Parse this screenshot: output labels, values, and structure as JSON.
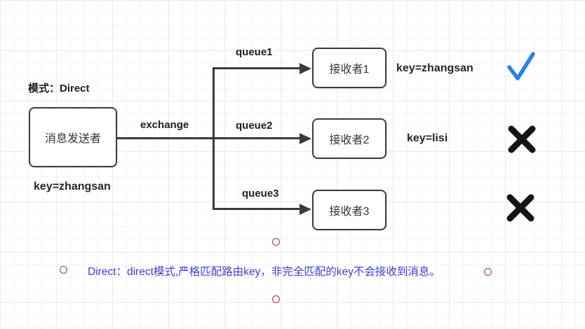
{
  "mode_title": "模式：Direct",
  "sender": {
    "label": "消息发送者",
    "key": "key=zhangsan"
  },
  "exchange": {
    "label": "exchange"
  },
  "queues": [
    {
      "label": "queue1",
      "receiver": "接收者1",
      "key": "key=zhangsan",
      "result": "match"
    },
    {
      "label": "queue2",
      "receiver": "接收者2",
      "key": "key=lisi",
      "result": "no-match"
    },
    {
      "label": "queue3",
      "receiver": "接收者3",
      "result": "no-match"
    }
  ],
  "note": "Direct：direct模式,严格匹配路由key，非完全匹配的key不会接收到消息。",
  "colors": {
    "check": "#2b7fe9",
    "cross": "#141414",
    "line": "#3a3a3a",
    "note_text": "#3d3dd8",
    "bullet_ring": "#9c3b3b"
  }
}
